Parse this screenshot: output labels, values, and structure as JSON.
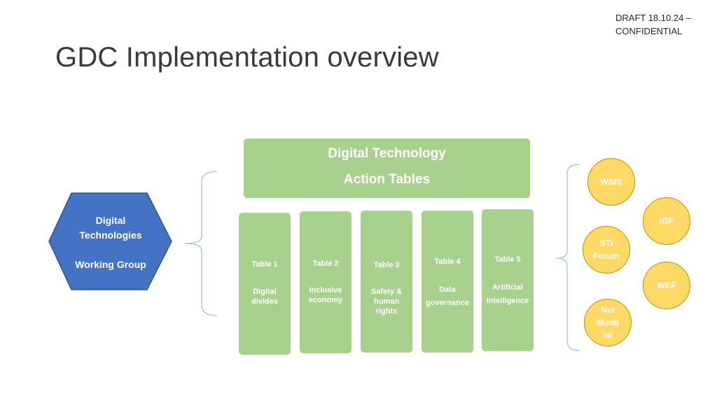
{
  "header": {
    "draft_note": "DRAFT 18.10.24 –\nCONFIDENTIAL",
    "title": "GDC Implementation overview"
  },
  "working_group": {
    "label": "Digital\nTechnologies\n\nWorking Group"
  },
  "action_tables": {
    "title_line1": "Digital Technology",
    "title_line2": "Action Tables",
    "tables": [
      {
        "number": "Table 1",
        "name": "Digital\ndivides"
      },
      {
        "number": "Table 2",
        "name": "Inclusive\neconomy"
      },
      {
        "number": "Table 3",
        "name": "Safety &\nhuman\nrights"
      },
      {
        "number": "Table 4",
        "name": "Data\ngovernance"
      },
      {
        "number": "Table 5",
        "name": "Artificial\nIntelligence"
      }
    ]
  },
  "forums": [
    {
      "label": "WSIS"
    },
    {
      "label": "IGF"
    },
    {
      "label": "STI\nForum"
    },
    {
      "label": "WEF"
    },
    {
      "label": "Net\nMund\nial"
    }
  ],
  "colors": {
    "green_box": "#a9d18e",
    "hexagon_fill": "#4472c4",
    "hexagon_border": "#2f528f",
    "circle_fill": "#ffd966",
    "circle_border": "#bf9000",
    "bracket": "#9dc3e6"
  }
}
